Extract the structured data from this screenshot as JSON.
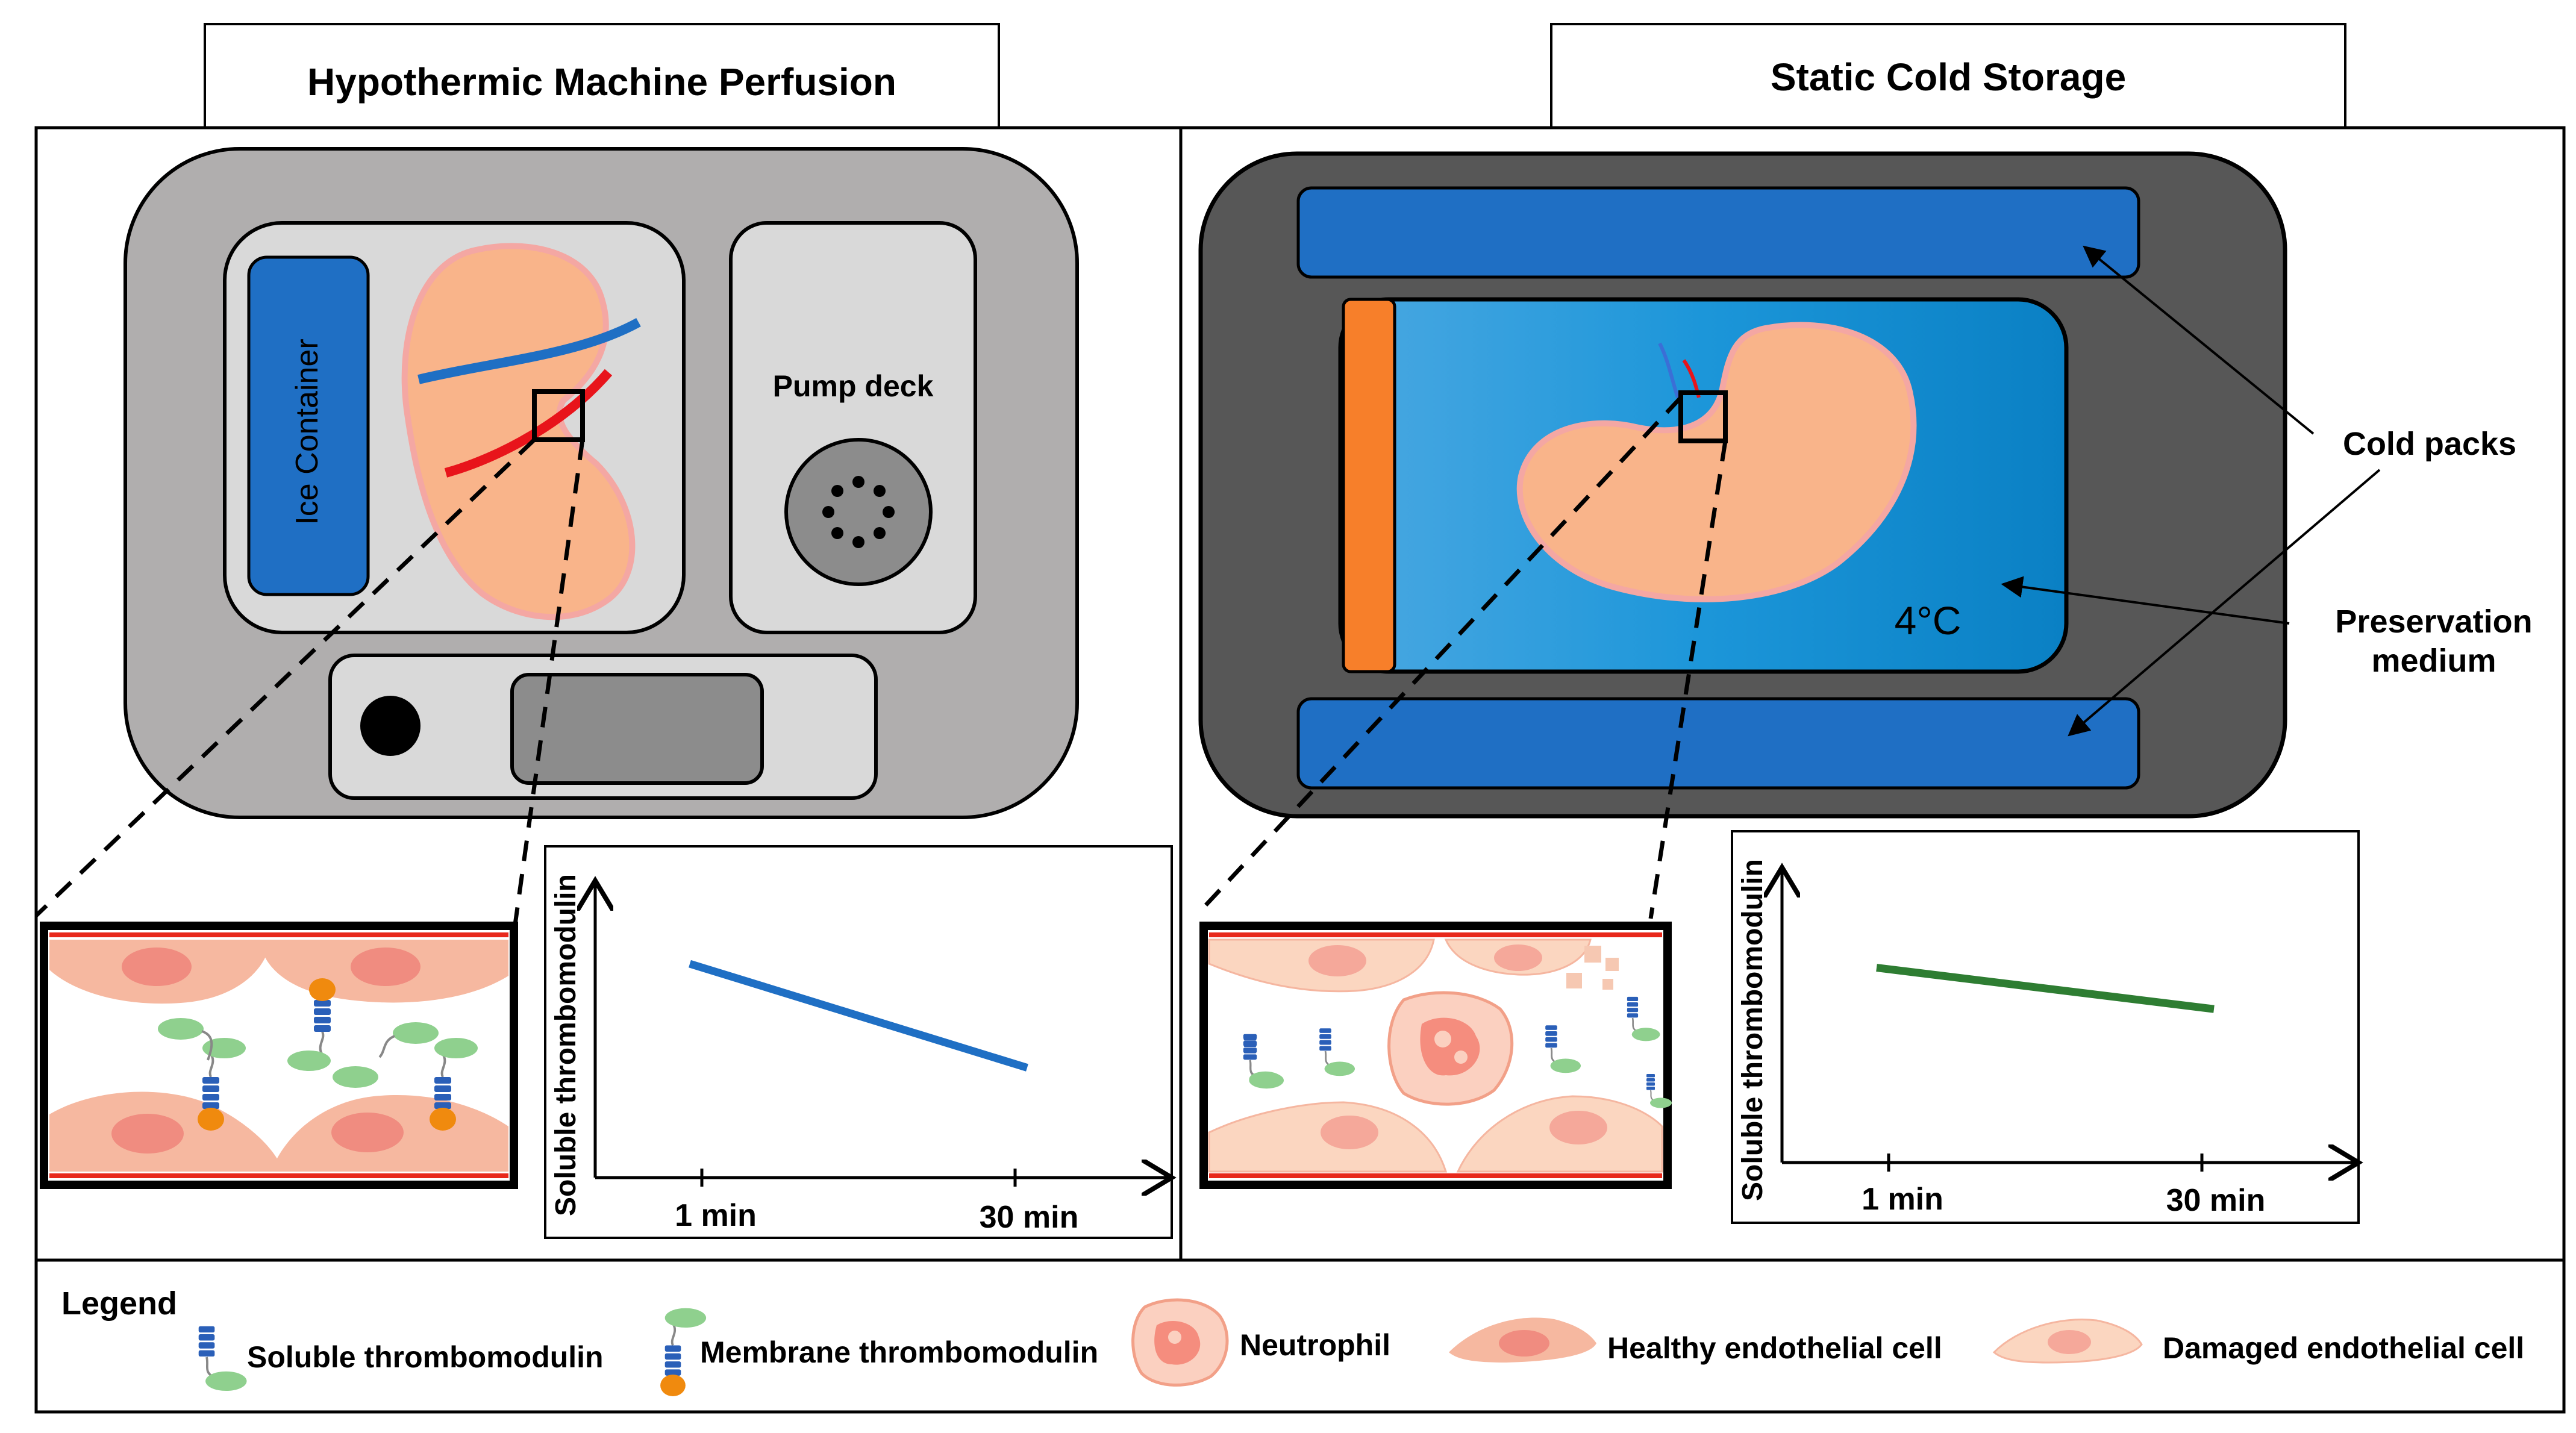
{
  "headers": {
    "left": "Hypothermic Machine Perfusion",
    "right": "Static Cold Storage"
  },
  "hmp": {
    "ice_container": "Ice Container",
    "pump_deck": "Pump deck"
  },
  "scs": {
    "temperature": "4°C",
    "cold_packs": "Cold packs",
    "preservation_medium": [
      "Preservation",
      "medium"
    ]
  },
  "legend": {
    "title": "Legend",
    "items": [
      "Soluble thrombomodulin",
      "Membrane thrombomodulin",
      "Neutrophil",
      "Healthy endothelial cell",
      "Damaged endothelial cell"
    ]
  },
  "colors": {
    "hmp_trend": "#1f6fc4",
    "scs_trend": "#2e7d32",
    "kidney": "#f9b48a",
    "cold_pack": "#1f6fc4",
    "orange_panel": "#f77f2a"
  },
  "chart_data": [
    {
      "type": "line",
      "ylabel": "Soluble thrombomodulin",
      "categories": [
        "1 min",
        "30 min"
      ],
      "values": [
        0.72,
        0.37
      ],
      "ylim": [
        0,
        1
      ]
    },
    {
      "type": "line",
      "ylabel": "Soluble thrombomodulin",
      "categories": [
        "1 min",
        "30 min"
      ],
      "values": [
        0.66,
        0.52
      ],
      "ylim": [
        0,
        1
      ]
    }
  ]
}
